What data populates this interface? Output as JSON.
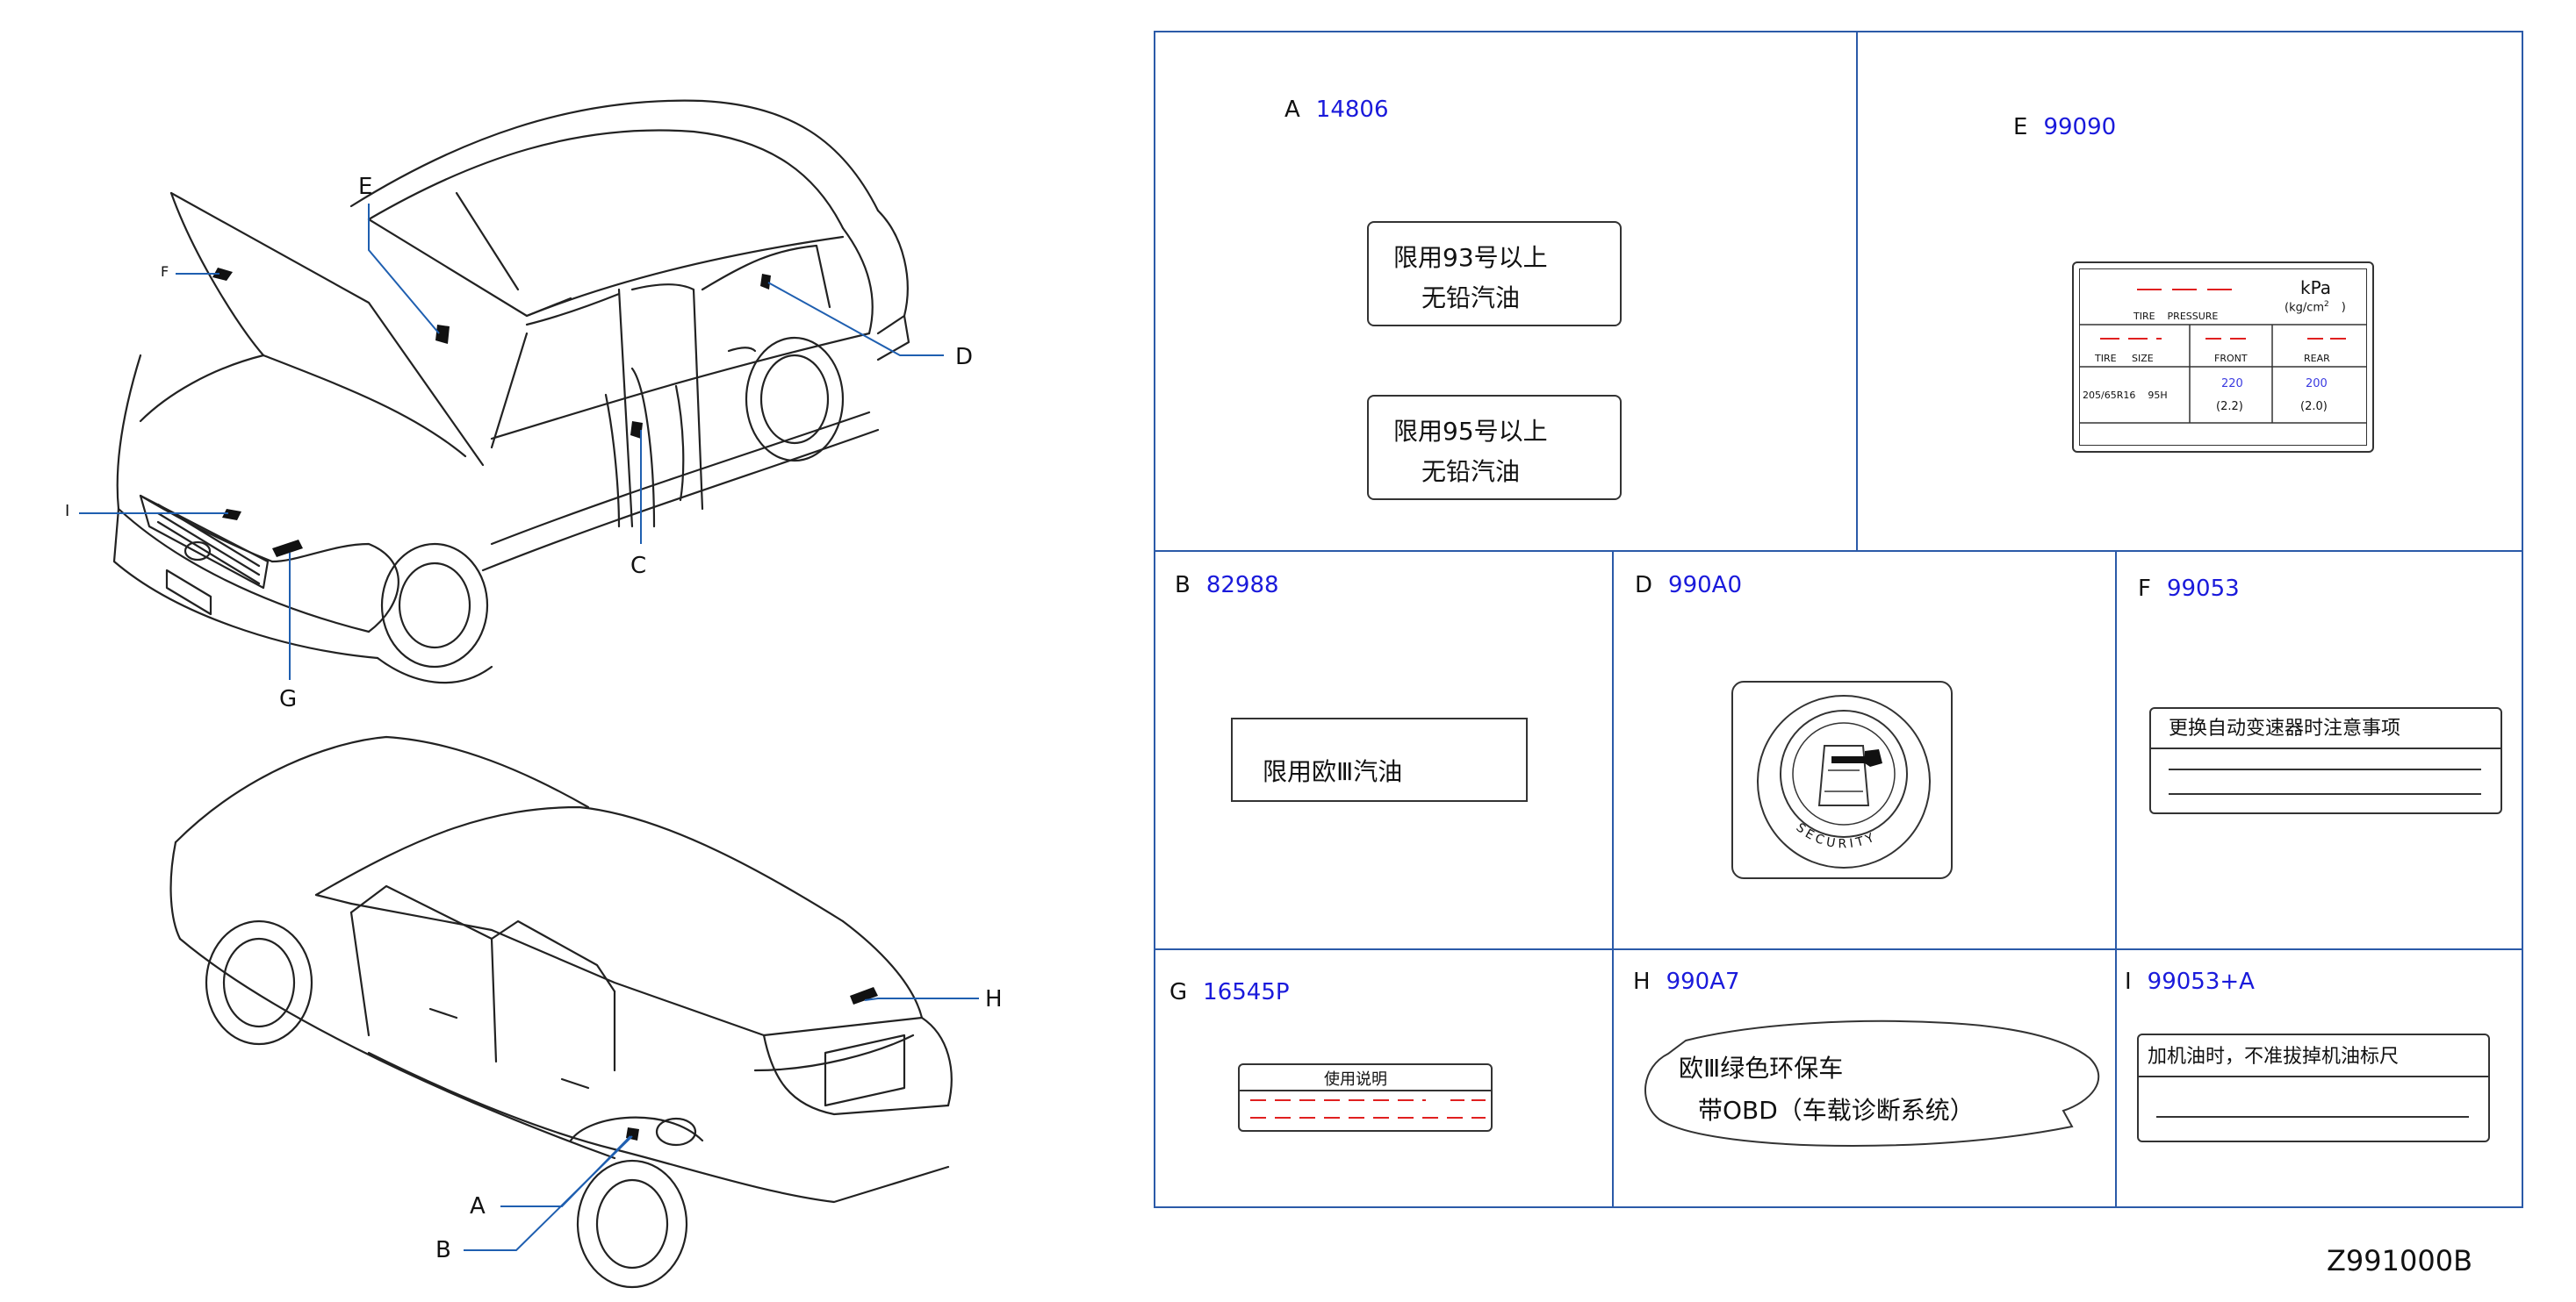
{
  "diagram_id": "Z991000B",
  "callouts": {
    "A": "A",
    "B": "B",
    "C": "C",
    "D": "D",
    "E": "E",
    "F": "F",
    "G": "G",
    "H": "H",
    "I": "I"
  },
  "cells": {
    "A": {
      "letter": "A",
      "code": "14806",
      "label1_line1": "限用93号以上",
      "label1_line2": "无铅汽油",
      "label2_line1": "限用95号以上",
      "label2_line2": "无铅汽油"
    },
    "E": {
      "letter": "E",
      "code": "99090",
      "unit_kpa": "kPa",
      "unit_kgcm": "(kg/cm",
      "unit_sup": "2",
      "unit_close": ")",
      "tire_pressure": "TIRE    PRESSURE",
      "tire_size_hdr": "TIRE     SIZE",
      "front_hdr": "FRONT",
      "rear_hdr": "REAR",
      "tire_size": "205/65R16    95H",
      "front_kpa": "220",
      "front_kg": "(2.2)",
      "rear_kpa": "200",
      "rear_kg": "(2.0)"
    },
    "B": {
      "letter": "B",
      "code": "82988",
      "label": "限用欧Ⅲ汽油"
    },
    "D": {
      "letter": "D",
      "code": "990A0",
      "ring_text": "SECURITY"
    },
    "F": {
      "letter": "F",
      "code": "99053",
      "label": "更换自动变速器时注意事项"
    },
    "G": {
      "letter": "G",
      "code": "16545P",
      "label": "使用说明"
    },
    "H": {
      "letter": "H",
      "code": "990A7",
      "line1": "欧Ⅲ绿色环保车",
      "line2": "带OBD（车载诊断系统）"
    },
    "I": {
      "letter": "I",
      "code": "99053+A",
      "label": "加机油时，不准拔掉机油标尺"
    }
  },
  "colors": {
    "code_blue": "#1a1adb",
    "leader_blue": "#1f5fb0",
    "frame_blue": "#2b5aa8",
    "dash_red": "#e02020"
  }
}
